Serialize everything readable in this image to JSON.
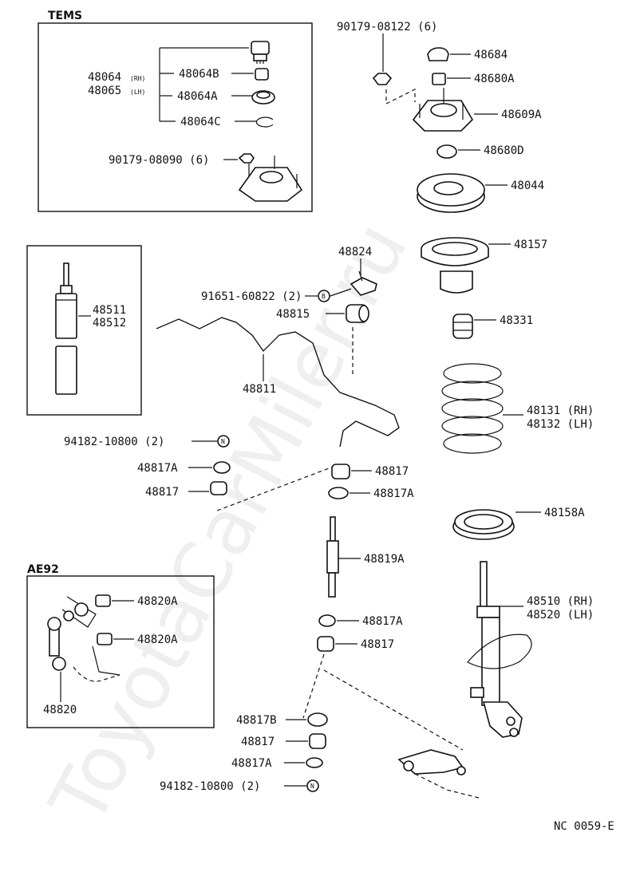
{
  "boxes": {
    "tems_title": "TEMS",
    "ae92_title": "AE92"
  },
  "labels": {
    "p48064": "48064",
    "p48064_rh": "(RH)",
    "p48065": "48065",
    "p48065_lh": "(LH)",
    "p48064B": "48064B",
    "p48064A": "48064A",
    "p48064C": "48064C",
    "p90179_08090": "90179-08090 (6)",
    "p90179_08122": "90179-08122 (6)",
    "p48684": "48684",
    "p48680A": "48680A",
    "p48609A": "48609A",
    "p48680D": "48680D",
    "p48044": "48044",
    "p48157": "48157",
    "p48824": "48824",
    "p91651": "91651-60822 (2)",
    "p48815": "48815",
    "p48511": "48511",
    "p48512": "48512",
    "p48331": "48331",
    "p48811": "48811",
    "p48131": "48131 (RH)",
    "p48132": "48132 (LH)",
    "p94182_a": "94182-10800 (2)",
    "p48817A_a": "48817A",
    "p48817_a": "48817",
    "p48817_b": "48817",
    "p48817A_b": "48817A",
    "p48158A": "48158A",
    "p48819A": "48819A",
    "p48820A_a": "48820A",
    "p48820A_b": "48820A",
    "p48820": "48820",
    "p48510": "48510 (RH)",
    "p48520": "48520 (LH)",
    "p48817A_c": "48817A",
    "p48817_c": "48817",
    "p48817B": "48817B",
    "p48817_d": "48817",
    "p48817A_d": "48817A",
    "p94182_b": "94182-10800 (2)",
    "code": "NC 0059-E"
  },
  "symbols": {
    "bolt_b": "B",
    "nut_n1": "N",
    "nut_n2": "N"
  },
  "watermark": "ToyotaCarMiler.ru"
}
